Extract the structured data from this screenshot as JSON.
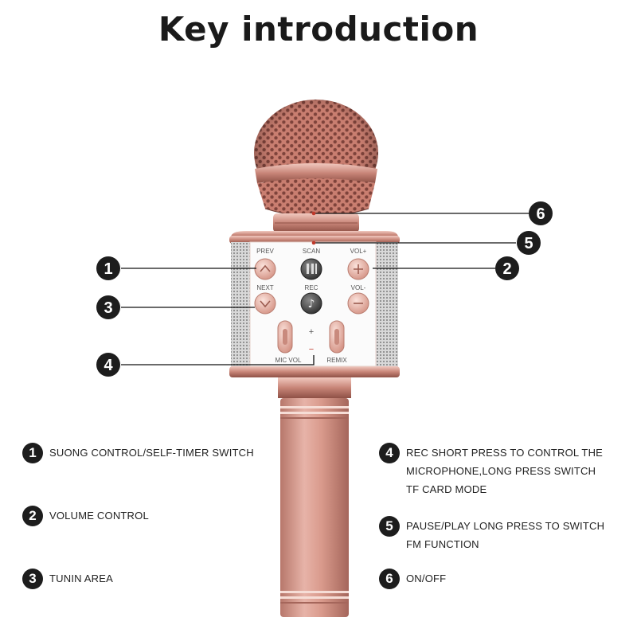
{
  "title": "Key introduction",
  "mic_labels": {
    "prev": "PREV",
    "scan": "SCAN",
    "vol_up": "VOL+",
    "next": "NEXT",
    "rec": "REC",
    "vol_down": "VOL-",
    "plus": "+",
    "minus": "−",
    "mic_vol": "MIC VOL",
    "remix": "REMIX"
  },
  "callouts": [
    "1",
    "2",
    "3",
    "4",
    "5",
    "6"
  ],
  "legend": [
    {
      "num": "1",
      "lines": [
        "SUONG CONTROL/SELF-TIMER SWITCH"
      ]
    },
    {
      "num": "2",
      "lines": [
        "VOLUME CONTROL"
      ]
    },
    {
      "num": "3",
      "lines": [
        "TUNIN AREA"
      ]
    },
    {
      "num": "4",
      "lines": [
        "REC SHORT PRESS TO CONTROL THE",
        "MICROPHONE,LONG PRESS SWITCH",
        "TF CARD MODE"
      ]
    },
    {
      "num": "5",
      "lines": [
        "PAUSE/PLAY LONG PRESS TO SWITCH",
        "FM FUNCTION"
      ]
    },
    {
      "num": "6",
      "lines": [
        "ON/OFF"
      ]
    }
  ],
  "colors": {
    "rose_gold": "#d99a8c",
    "badge": "#1d1d1d"
  }
}
